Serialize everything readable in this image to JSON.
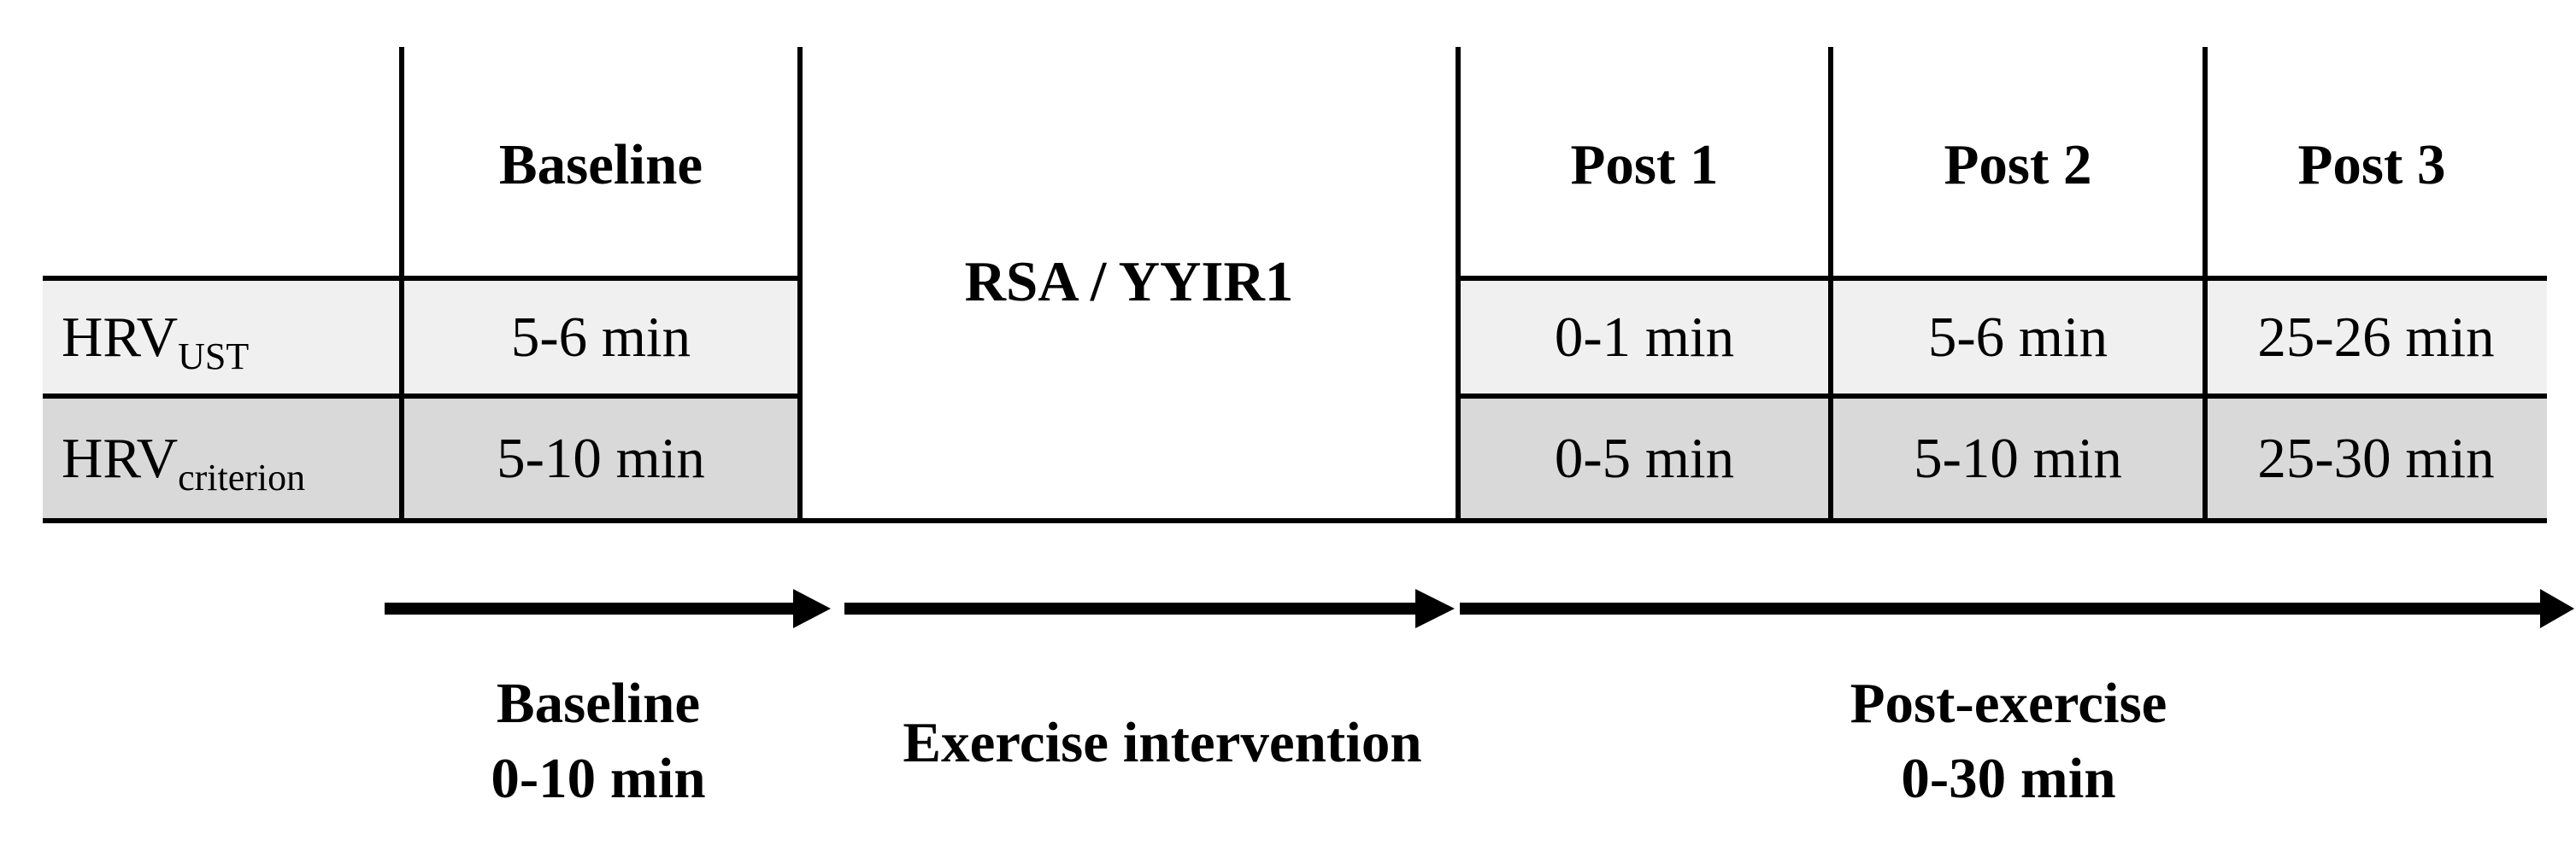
{
  "table": {
    "headers": {
      "baseline": "Baseline",
      "intervention": "RSA / YYIR1",
      "post1": "Post 1",
      "post2": "Post 2",
      "post3": "Post 3"
    },
    "rows": [
      {
        "label_main": "HRV",
        "label_sub": "UST",
        "baseline": "5-6 min",
        "post1": "0-1 min",
        "post2": "5-6 min",
        "post3": "25-26 min"
      },
      {
        "label_main": "HRV",
        "label_sub": "criterion",
        "baseline": "5-10 min",
        "post1": "0-5 min",
        "post2": "5-10 min",
        "post3": "25-30 min"
      }
    ]
  },
  "timeline": {
    "baseline": {
      "line1": "Baseline",
      "line2": "0-10 min"
    },
    "exercise": {
      "line1": "Exercise intervention"
    },
    "post": {
      "line1": "Post-exercise",
      "line2": "0-30 min"
    }
  },
  "colors": {
    "row_light": "#f0f0f0",
    "row_dark": "#d9d9d9",
    "line": "#000000"
  }
}
